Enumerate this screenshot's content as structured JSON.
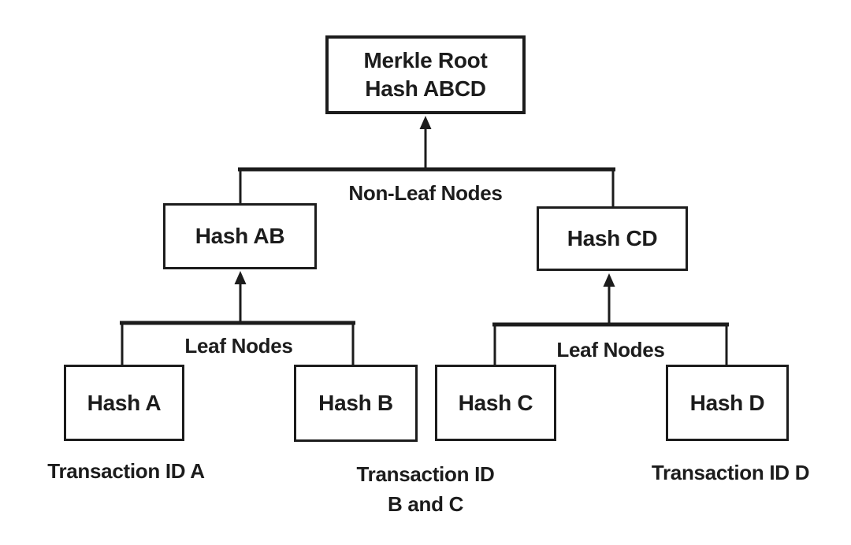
{
  "colors": {
    "background": "#ffffff",
    "ink": "#1c1c1c"
  },
  "nodes": {
    "root": {
      "line1": "Merkle Root",
      "line2": "Hash ABCD"
    },
    "hash_ab": {
      "label": "Hash AB"
    },
    "hash_cd": {
      "label": "Hash CD"
    },
    "hash_a": {
      "label": "Hash A"
    },
    "hash_b": {
      "label": "Hash B"
    },
    "hash_c": {
      "label": "Hash C"
    },
    "hash_d": {
      "label": "Hash D"
    }
  },
  "annotations": {
    "non_leaf": "Non-Leaf Nodes",
    "leaf_left": "Leaf Nodes",
    "leaf_right": "Leaf Nodes",
    "tx_a": "Transaction ID A",
    "tx_bc_line1": "Transaction ID",
    "tx_bc_line2": "B and C",
    "tx_d": "Transaction ID D"
  }
}
